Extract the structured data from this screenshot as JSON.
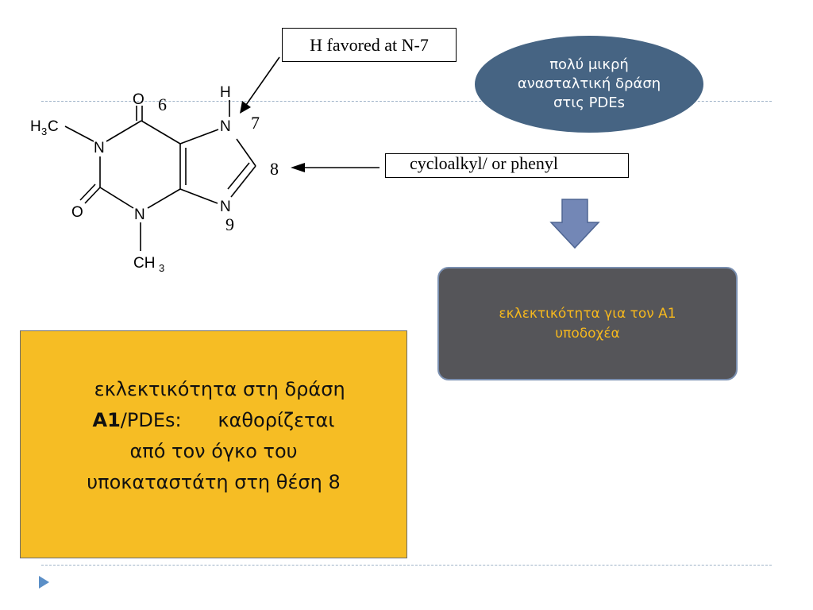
{
  "molecule": {
    "atoms": {
      "o_top": "O",
      "o_left": "O",
      "n1": "N",
      "n3": "N",
      "n7": "N",
      "n9": "N",
      "h7": "H",
      "h3c_main": "H",
      "h3c_sub": "3",
      "h3c_c": "C",
      "ch3_c": "CH",
      "ch3_sub": "3"
    },
    "positions": {
      "p6": "6",
      "p7": "7",
      "p8": "8",
      "p9": "9"
    }
  },
  "annotations": {
    "h_favored": "H favored at N-7",
    "cycloalkyl": "cycloalkyl/ or phenyl"
  },
  "pde_ellipse": {
    "line1": "πολύ μικρή",
    "line2": "ανασταλτική δράση",
    "line3": "στις PDEs"
  },
  "a1_box": {
    "line1": "εκλεκτικότητα για τον A1",
    "line2": "υποδοχέα"
  },
  "yellow_box": {
    "line1": "εκλεκτικότητα στη δράση",
    "line2_bold": "A1",
    "line2_rest": "/PDEs:      καθορίζεται",
    "line3": "από τον όγκο του",
    "line4": "υποκαταστάτη στη θέση 8"
  },
  "colors": {
    "ellipse": "#466483",
    "a1_box_bg": "#555559",
    "a1_box_text": "#f6b81d",
    "yellow_box": "#f6bd24",
    "down_arrow": "#7387b6",
    "bullet": "#5b8fc7"
  },
  "icons": {
    "bullet": "triangle-bullet-icon",
    "down_arrow": "down-arrow-icon"
  }
}
